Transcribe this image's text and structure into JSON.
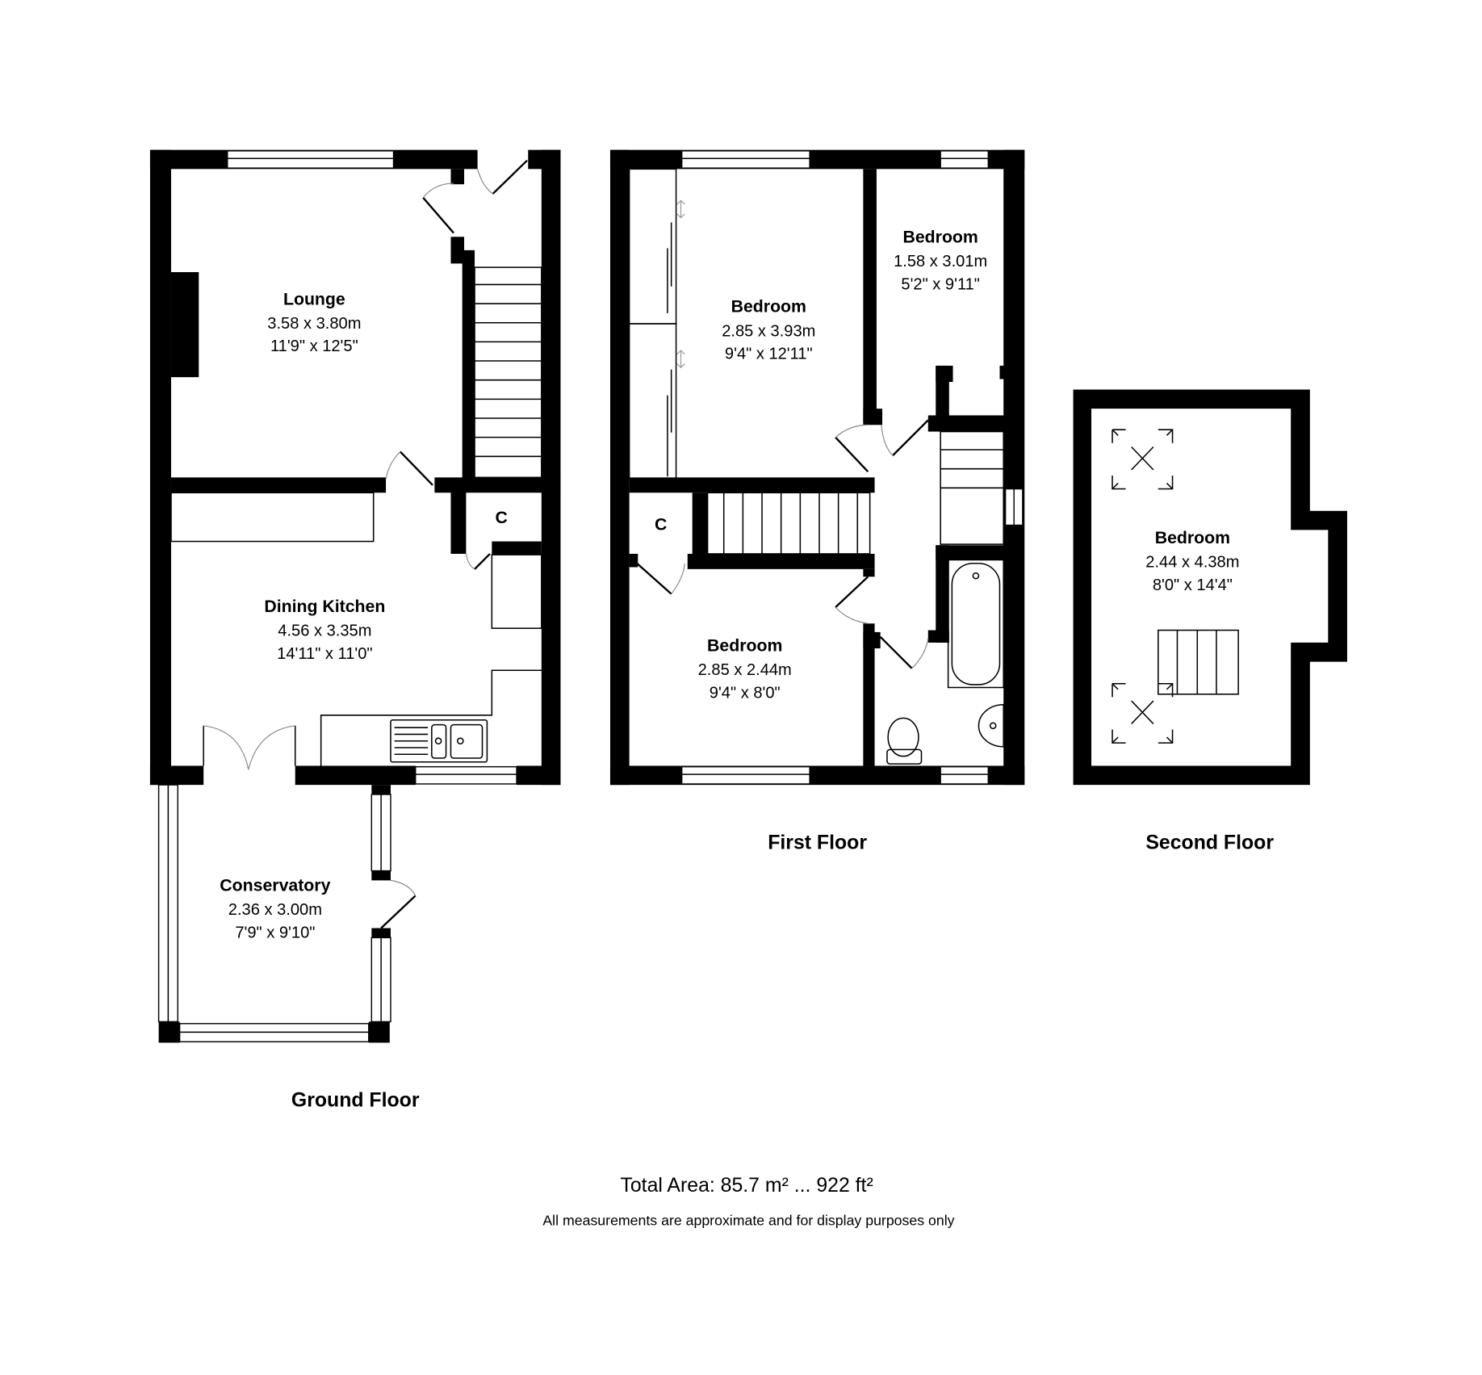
{
  "ground_floor": {
    "label": "Ground Floor",
    "rooms": [
      {
        "name": "Lounge",
        "metric": "3.58 x 3.80m",
        "imperial": "11'9\" x 12'5\""
      },
      {
        "name": "Dining Kitchen",
        "metric": "4.56 x 3.35m",
        "imperial": "14'11\" x 11'0\""
      },
      {
        "name": "Conservatory",
        "metric": "2.36 x 3.00m",
        "imperial": "7'9\" x 9'10\""
      }
    ],
    "cupboard_label": "C"
  },
  "first_floor": {
    "label": "First Floor",
    "rooms": [
      {
        "name": "Bedroom",
        "metric": "2.85 x 3.93m",
        "imperial": "9'4\" x 12'11\""
      },
      {
        "name": "Bedroom",
        "metric": "1.58 x 3.01m",
        "imperial": "5'2\" x 9'11\""
      },
      {
        "name": "Bedroom",
        "metric": "2.85 x 2.44m",
        "imperial": "9'4\" x 8'0\""
      }
    ],
    "cupboard_label": "C"
  },
  "second_floor": {
    "label": "Second Floor",
    "rooms": [
      {
        "name": "Bedroom",
        "metric": "2.44 x 4.38m",
        "imperial": "8'0\" x 14'4\""
      }
    ]
  },
  "footer": {
    "total_area": "Total Area: 85.7 m² ... 922 ft²",
    "disclaimer": "All measurements are approximate and for display purposes only"
  }
}
